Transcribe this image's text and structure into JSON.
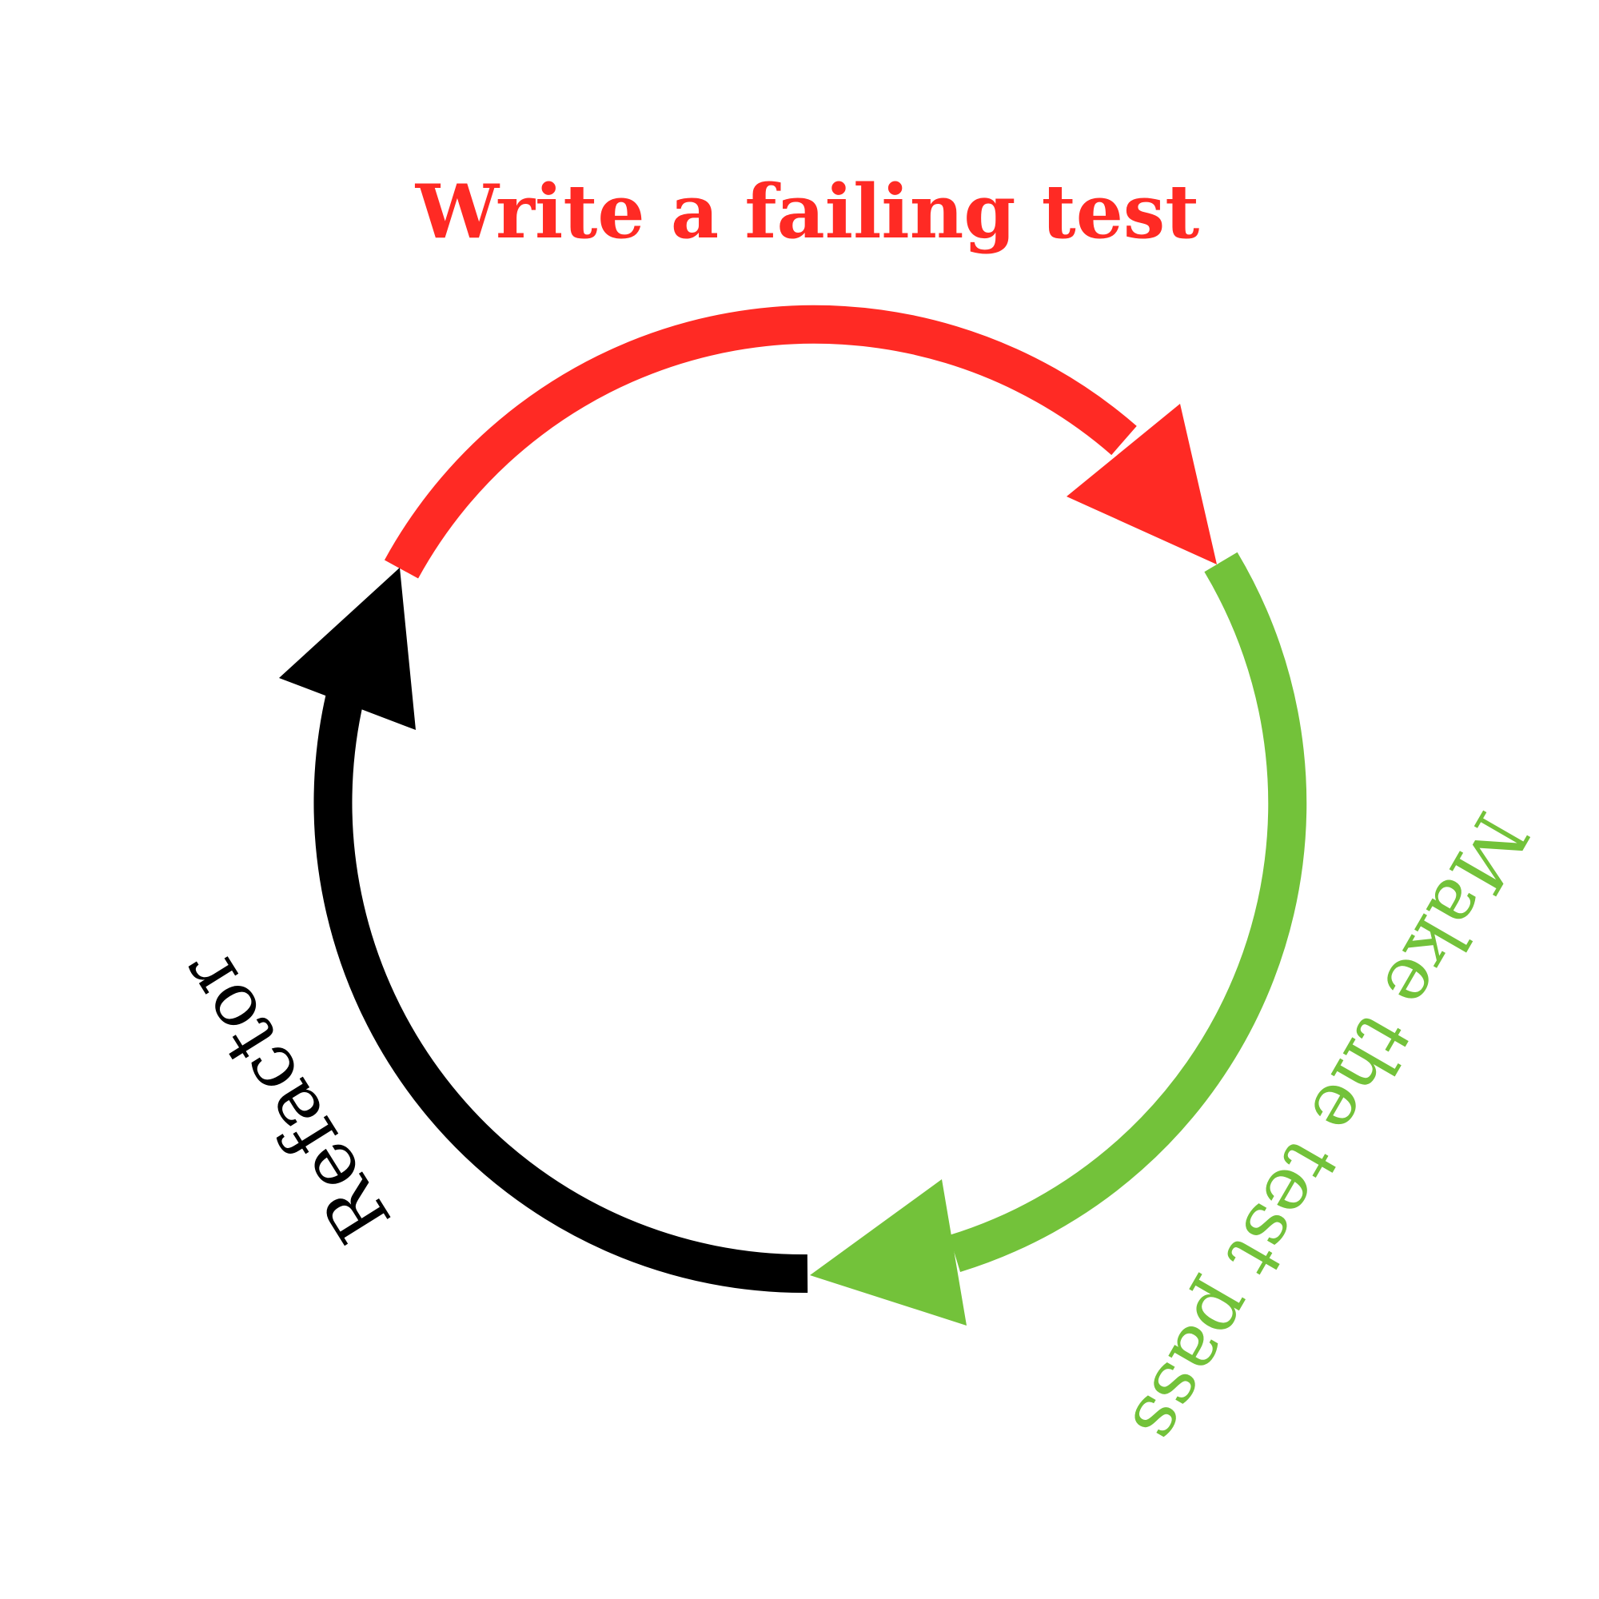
{
  "stages": [
    {
      "id": "red",
      "label": "Write a failing test",
      "color": "#ff2a24"
    },
    {
      "id": "green",
      "label": "Make the test pass",
      "color": "#73c23a"
    },
    {
      "id": "black",
      "label": "Refactor",
      "color": "#000000"
    }
  ]
}
